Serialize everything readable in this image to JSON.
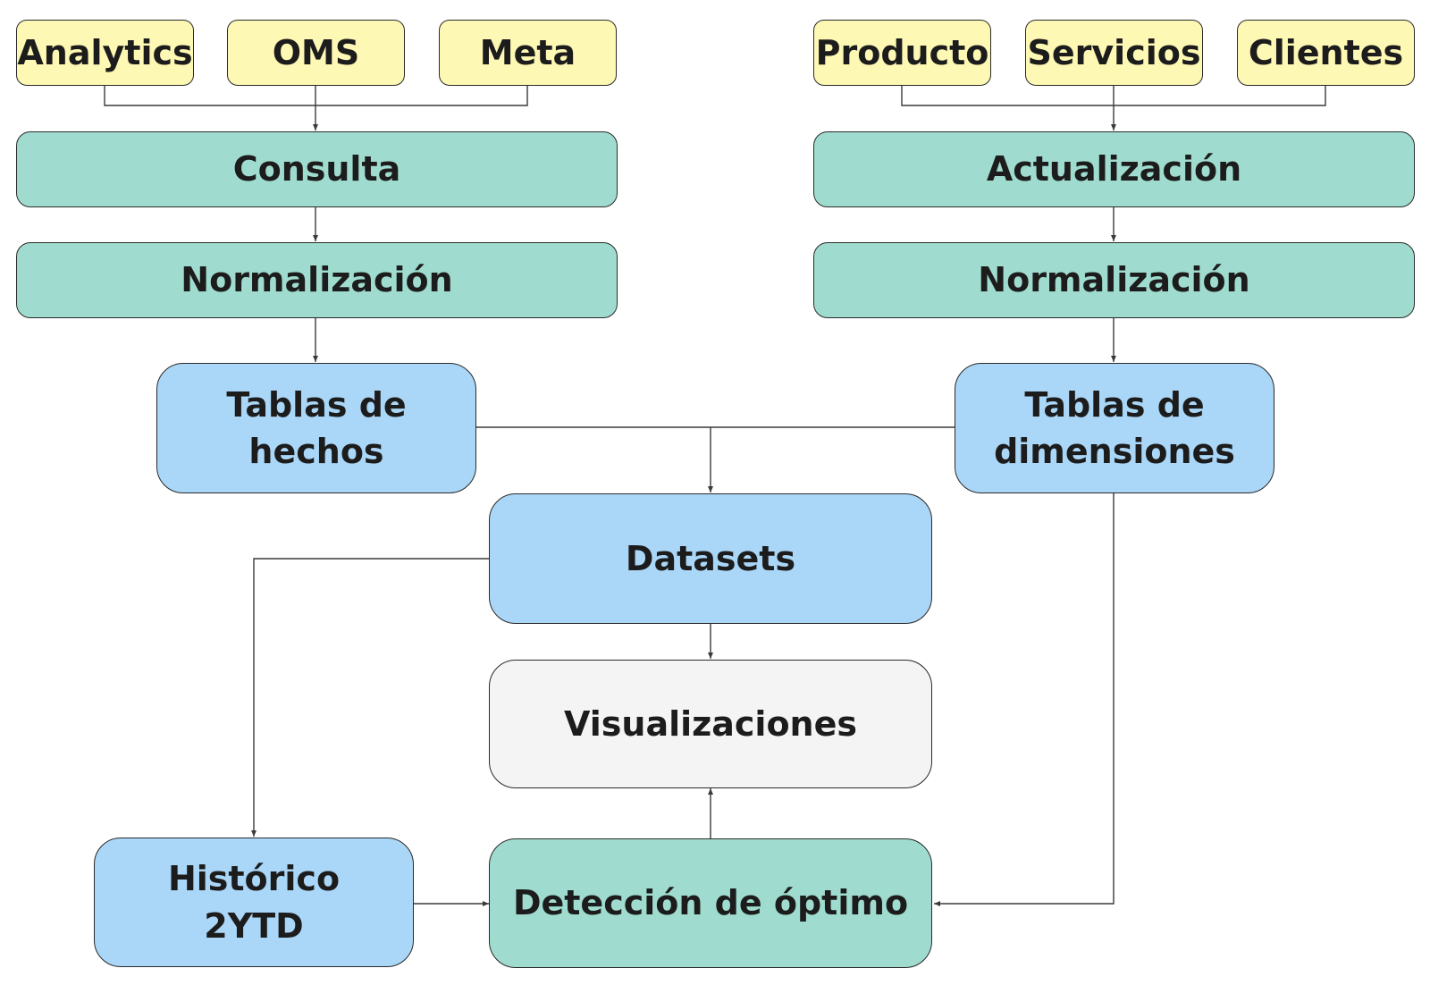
{
  "sources_left": [
    "Analytics",
    "OMS",
    "Meta"
  ],
  "sources_right": [
    "Producto",
    "Servicios",
    "Clientes"
  ],
  "left_pipeline": {
    "query": "Consulta",
    "normalize": "Normalización"
  },
  "right_pipeline": {
    "update": "Actualización",
    "normalize": "Normalización"
  },
  "fact_tables": "Tablas de\nhechos",
  "dimension_tables": "Tablas de\ndimensiones",
  "datasets": "Datasets",
  "visualizations": "Visualizaciones",
  "history": "Histórico\n2YTD",
  "optimum_detection": "Detección de óptimo",
  "colors": {
    "source_fill": "#fdf8b3",
    "process_fill": "#9fdccf",
    "table_fill": "#aad6f7",
    "visualization_fill": "#f4f4f4",
    "border": "#2a2a2a"
  }
}
